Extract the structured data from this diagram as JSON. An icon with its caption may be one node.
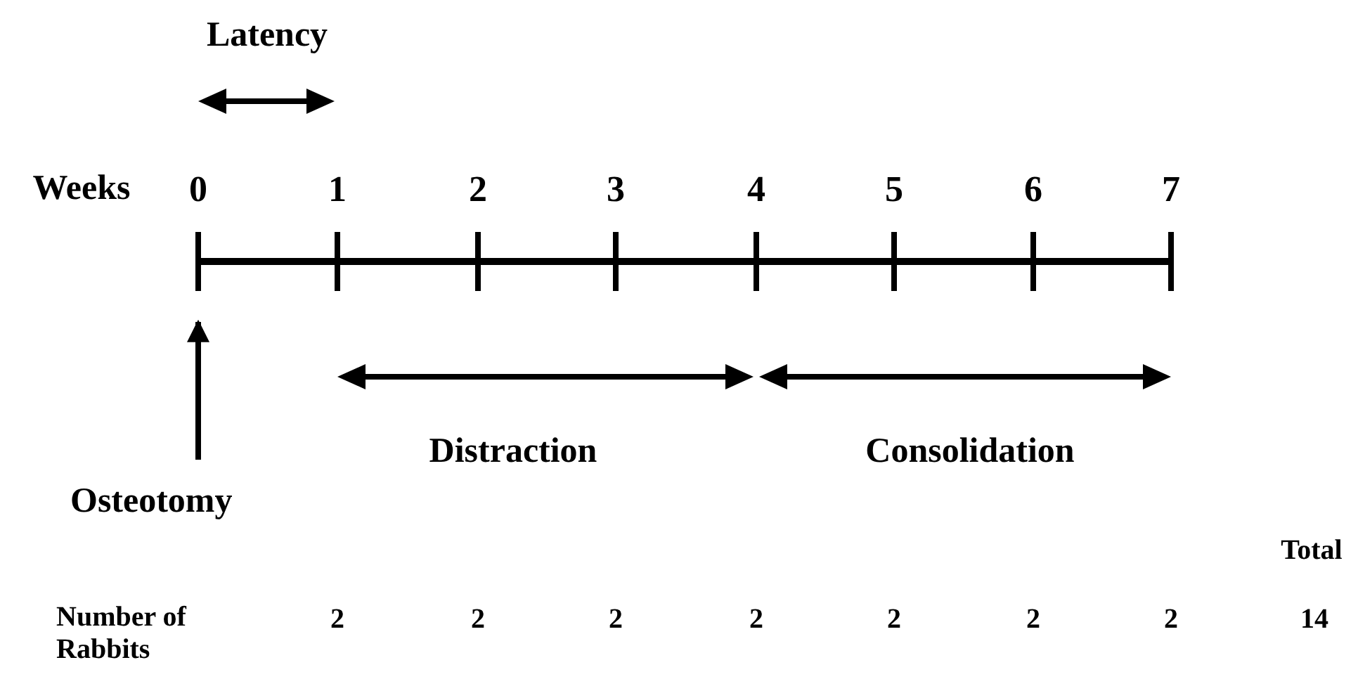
{
  "diagram": {
    "nodes": [
      {
        "text": [
          "Osteotomy"
        ]
      },
      {
        "text": [],
        "shape": "bar"
      }
    ],
    "edges": [
      {
        "from": 0,
        "to": 1,
        "arrow": "to"
      }
    ],
    "labels": [
      "Latency",
      "Weeks",
      "0",
      "1",
      "2",
      "3",
      "4",
      "5",
      "6",
      "7",
      "Distraction",
      "Consolidation",
      "Total",
      "Number of Rabbits",
      "2",
      "2",
      "2",
      "2",
      "2",
      "2",
      "2",
      "14"
    ]
  }
}
